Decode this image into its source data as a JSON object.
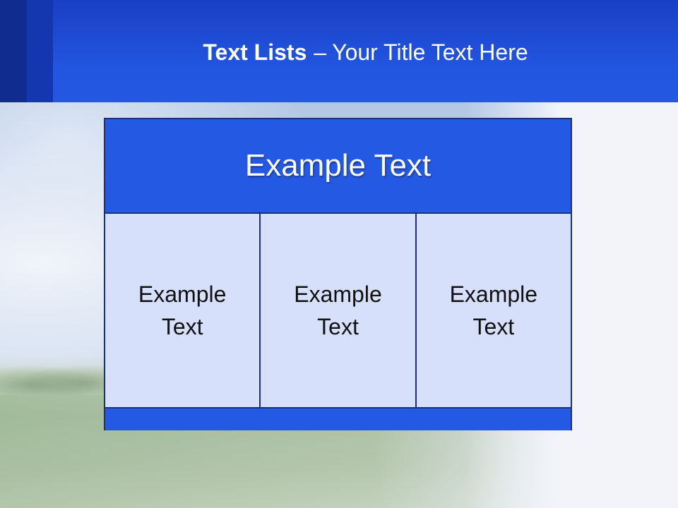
{
  "slide": {
    "title_main": "Text Lists",
    "title_dash": "–",
    "title_sub": "Your Title Text Here"
  },
  "table": {
    "header_text": "Example Text",
    "columns": [
      {
        "text": "Example Text"
      },
      {
        "text": "Example Text"
      },
      {
        "text": "Example Text"
      }
    ]
  },
  "colors": {
    "header_band": "#2255e0",
    "panel_head": "#2459e3",
    "panel_body": "#d6e0fb",
    "border": "#1b2f7a"
  }
}
